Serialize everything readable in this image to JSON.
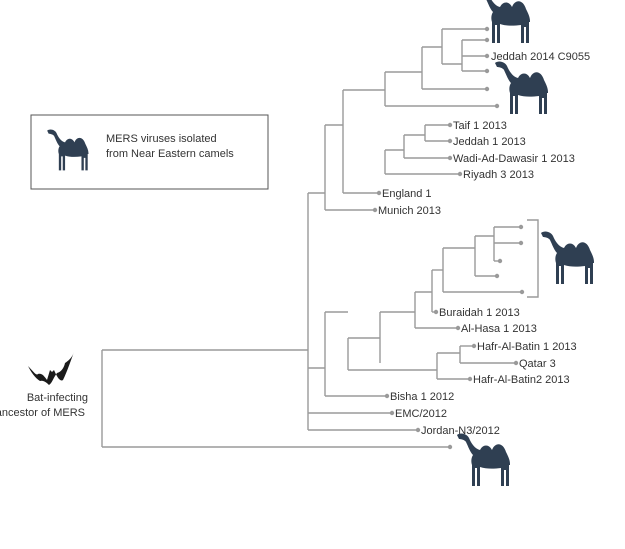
{
  "legend": {
    "line1": "MERS viruses isolated",
    "line2": "from Near Eastern camels",
    "icon": "camel-icon"
  },
  "root": {
    "line1": "Bat-infecting",
    "line2": "ancestor of MERS",
    "icon": "bat-icon"
  },
  "taxa": {
    "jeddah_2014": "Jeddah 2014 C9055",
    "taif": "Taif 1 2013",
    "jeddah_1_2013": "Jeddah 1 2013",
    "wadi": "Wadi-Ad-Dawasir 1 2013",
    "riyadh": "Riyadh 3 2013",
    "england": "England 1",
    "munich": "Munich 2013",
    "buraidah": "Buraidah 1 2013",
    "alhasa": "Al-Hasa 1 2013",
    "hafr1": "Hafr-Al-Batin 1 2013",
    "qatar": "Qatar 3",
    "hafr2": "Hafr-Al-Batin2 2013",
    "bisha": "Bisha 1 2012",
    "emc": "EMC/2012",
    "jordan": "Jordan-N3/2012"
  },
  "colors": {
    "branch": "#9a9a9a",
    "camel": "#2f3f52",
    "bat": "#1b1b1b",
    "text": "#333333"
  }
}
